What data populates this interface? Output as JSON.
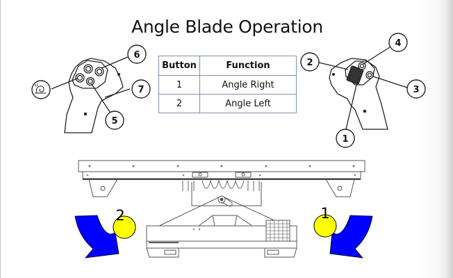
{
  "slide": {
    "title": "Angle Blade Operation"
  },
  "function_table": {
    "headers": [
      "Button",
      "Function"
    ],
    "rows": [
      {
        "button": "1",
        "function": "Angle Right"
      },
      {
        "button": "2",
        "function": "Angle Left"
      }
    ]
  },
  "left_joystick": {
    "callouts": [
      {
        "label": "6"
      },
      {
        "label": "7"
      },
      {
        "label": "5"
      }
    ],
    "icon": "snail-icon"
  },
  "right_joystick": {
    "callouts": [
      {
        "label": "4"
      },
      {
        "label": "2"
      },
      {
        "label": "3"
      },
      {
        "label": "1"
      }
    ]
  },
  "blade_diagram": {
    "arrows": [
      {
        "label": "2",
        "direction": "angle-left",
        "color": "#0000ff",
        "marker_color": "#ffff00"
      },
      {
        "label": "1",
        "direction": "angle-right",
        "color": "#0000ff",
        "marker_color": "#ffff00"
      }
    ]
  }
}
